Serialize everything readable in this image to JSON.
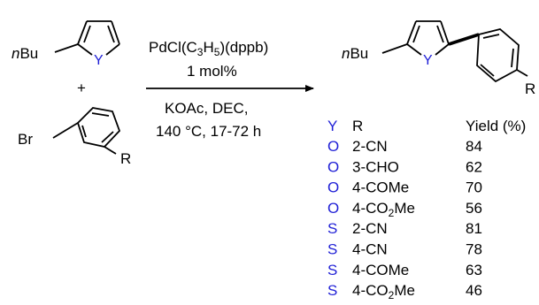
{
  "reactants": {
    "heterocycle": {
      "substituent_prefix": "n",
      "substituent_main": "Bu",
      "heteroatom": "Y"
    },
    "plus": "+",
    "aryl_bromide": {
      "halogen": "Br",
      "substituent": "R"
    }
  },
  "conditions": {
    "catalyst_prefix": "PdCl(C",
    "catalyst_sub1": "3",
    "catalyst_mid": "H",
    "catalyst_sub2": "5",
    "catalyst_suffix": ")(dppb)",
    "loading": "1 mol%",
    "base_solvent": "KOAc, DEC,",
    "temp_time": "140 °C, 17-72 h"
  },
  "product": {
    "substituent_prefix": "n",
    "substituent_main": "Bu",
    "heteroatom": "Y",
    "substituent": "R"
  },
  "table": {
    "headers": {
      "y": "Y",
      "r": "R",
      "yield": "Yield (%)"
    },
    "rows": [
      {
        "y": "O",
        "r_main": "2-CN",
        "r_sub": "",
        "r_tail": "",
        "yield": "84"
      },
      {
        "y": "O",
        "r_main": "3-CHO",
        "r_sub": "",
        "r_tail": "",
        "yield": "62"
      },
      {
        "y": "O",
        "r_main": "4-COMe",
        "r_sub": "",
        "r_tail": "",
        "yield": "70"
      },
      {
        "y": "O",
        "r_main": "4-CO",
        "r_sub": "2",
        "r_tail": "Me",
        "yield": "56"
      },
      {
        "y": "S",
        "r_main": "2-CN",
        "r_sub": "",
        "r_tail": "",
        "yield": "81"
      },
      {
        "y": "S",
        "r_main": "4-CN",
        "r_sub": "",
        "r_tail": "",
        "yield": "78"
      },
      {
        "y": "S",
        "r_main": "4-COMe",
        "r_sub": "",
        "r_tail": "",
        "yield": "63"
      },
      {
        "y": "S",
        "r_main": "4-CO",
        "r_sub": "2",
        "r_tail": "Me",
        "yield": "46"
      }
    ]
  },
  "colors": {
    "heteroatom_blue": "#1f1fd6",
    "text": "#000000"
  }
}
